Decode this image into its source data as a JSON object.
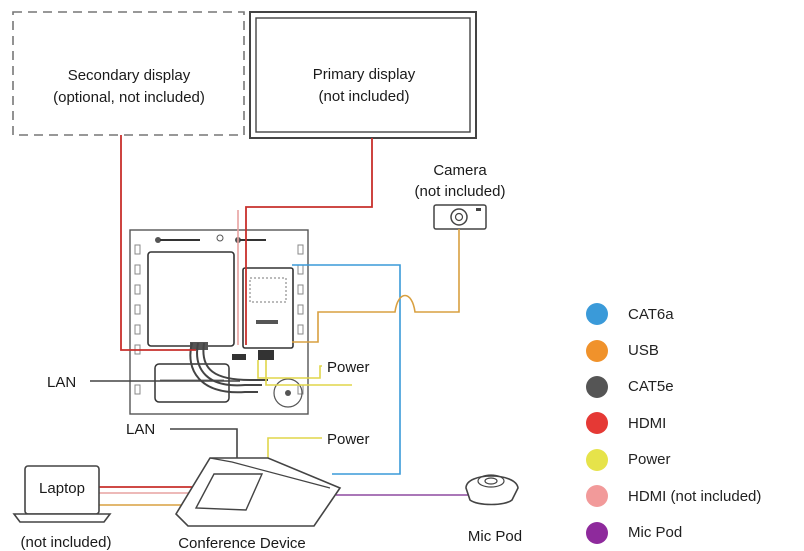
{
  "displays": {
    "secondary": {
      "line1": "Secondary display",
      "line2": "(optional, not included)"
    },
    "primary": {
      "line1": "Primary display",
      "line2": "(not included)"
    }
  },
  "camera": {
    "line1": "Camera",
    "line2": "(not included)"
  },
  "labels": {
    "lan_top": "LAN",
    "lan_bottom": "LAN",
    "power_top": "Power",
    "power_bottom": "Power",
    "laptop": "Laptop",
    "laptop_note": "(not included)",
    "conference_device": "Conference Device",
    "mic_pod": "Mic Pod"
  },
  "legend": [
    {
      "label": "CAT6a",
      "color": "#3a9ad9"
    },
    {
      "label": "USB",
      "color": "#f0922b"
    },
    {
      "label": "CAT5e",
      "color": "#555555"
    },
    {
      "label": "HDMI",
      "color": "#e53935"
    },
    {
      "label": "Power",
      "color": "#e6e34a"
    },
    {
      "label": "HDMI (not included)",
      "color": "#f29a9a"
    },
    {
      "label": "Mic Pod",
      "color": "#8e2a9c"
    }
  ],
  "colors": {
    "cat6a": "#3a9ad9",
    "usb": "#d9a040",
    "cat5e": "#555555",
    "hdmi": "#c8302c",
    "power": "#e0d64a",
    "hdmi_not_included": "#e7a2a0",
    "mic_pod": "#8e4aa0"
  }
}
